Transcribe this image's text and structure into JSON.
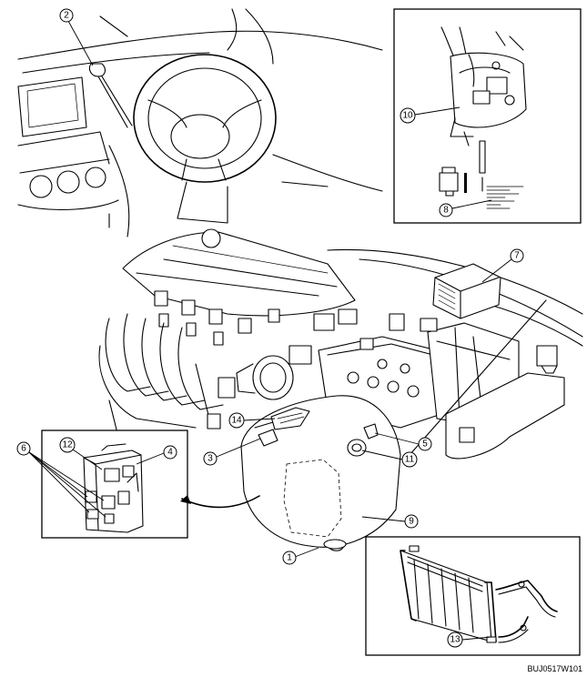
{
  "callouts": {
    "c1": "1",
    "c2": "2",
    "c3": "3",
    "c4": "4",
    "c5": "5",
    "c6": "6",
    "c7": "7",
    "c8": "8",
    "c9": "9",
    "c10": "10",
    "c11": "11",
    "c12": "12",
    "c13": "13",
    "c14": "14"
  },
  "reference_code": "BUJ0517W101"
}
